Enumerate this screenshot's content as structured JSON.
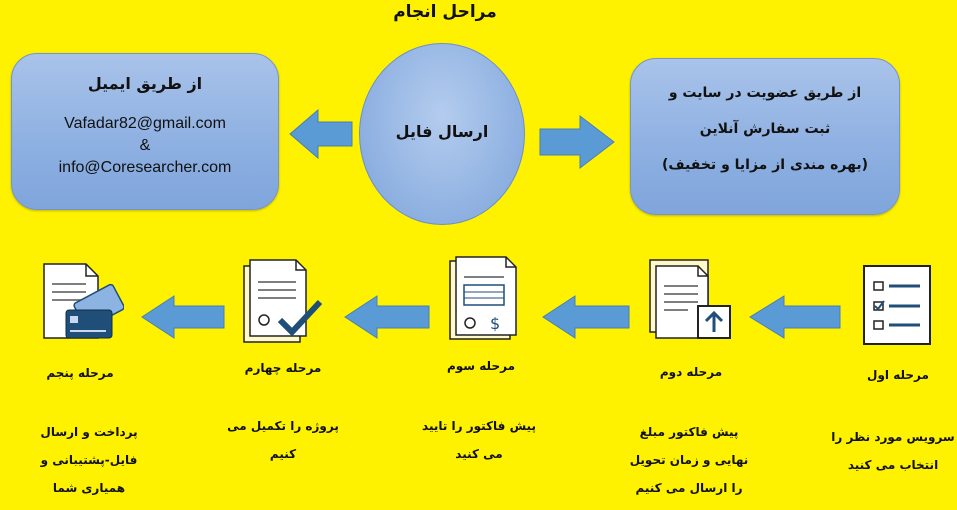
{
  "title": "مراحل انجام",
  "center": {
    "label": "ارسال فایل"
  },
  "email_box": {
    "heading": "از طریق ایمیل",
    "email1": "Vafadar82@gmail.com",
    "amp": "&",
    "email2": "info@Coresearcher.com"
  },
  "site_box": {
    "line1": "از طریق عضویت در سایت و",
    "line2": "ثبت سفارش آنلاین",
    "line3": "(بهره مندی از مزایا و تخفیف)"
  },
  "steps": [
    {
      "label": "مرحله اول",
      "desc1": "سرویس مورد نظر را",
      "desc2": "انتخاب می کنید",
      "desc3": "",
      "icon": "checklist-icon"
    },
    {
      "label": "مرحله دوم",
      "desc1": "پیش فاکتور مبلغ",
      "desc2": "نهایی و زمان تحویل",
      "desc3": "را ارسال می کنیم",
      "icon": "document-upload-icon"
    },
    {
      "label": "مرحله سوم",
      "desc1": "پیش فاکتور را تایید",
      "desc2": "می کنید",
      "desc3": "",
      "icon": "invoice-icon"
    },
    {
      "label": "مرحله چهارم",
      "desc1": "پروژه را تکمیل می",
      "desc2": "کنیم",
      "desc3": "",
      "icon": "document-check-icon"
    },
    {
      "label": "مرحله پنجم",
      "desc1": "پرداخت و ارسال",
      "desc2": "فایل-پشتیبانی و",
      "desc3": "همیاری شما",
      "icon": "payment-card-icon"
    }
  ],
  "colors": {
    "background": "#FFF200",
    "box": "#8FB1E2",
    "arrow": "#5B9BD5"
  }
}
